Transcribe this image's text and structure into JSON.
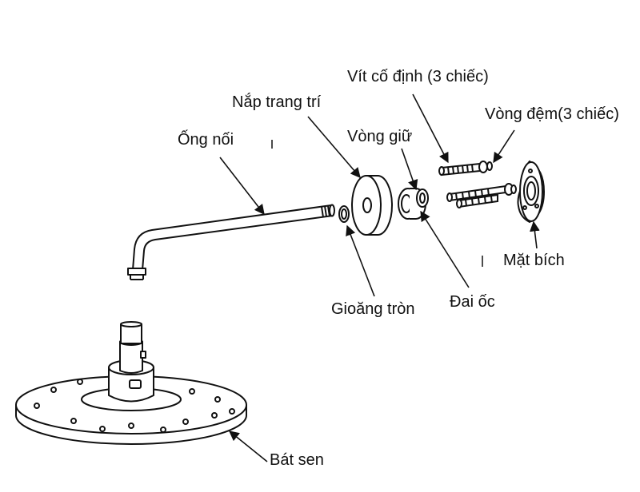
{
  "labels": {
    "vit_co_dinh": "Vít cố định (3 chiếc)",
    "nap_trang_tri": "Nắp trang trí",
    "vong_dem": "Vòng đệm(3 chiếc)",
    "vong_giu": "Vòng giữ",
    "ong_noi": "Ống nối",
    "mat_bich": "Mặt bích",
    "dai_oc": "Đai ốc",
    "gioang_tron": "Gioăng tròn",
    "bat_sen": "Bát sen"
  },
  "colors": {
    "line": "#111111",
    "fill": "#ffffff"
  }
}
